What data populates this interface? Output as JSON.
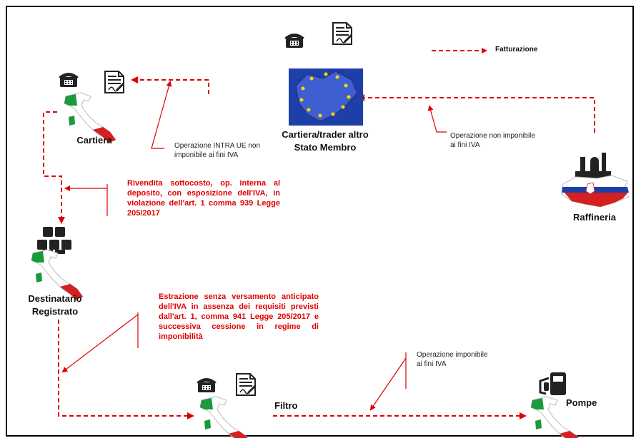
{
  "legend": {
    "label": "Fatturazione",
    "color": "#e00000"
  },
  "nodes": {
    "cartiera": "Cartiera",
    "trader_line1": "Cartiera/trader altro",
    "trader_line2": "Stato Membro",
    "raffineria": "Raffineria",
    "destinatario_line1": "Destinatario",
    "destinatario_line2": "Registrato",
    "filtro": "Filtro",
    "pompe": "Pompe"
  },
  "notes": {
    "intra_ue": "Operazione INTRA UE non imponibile ai fini IVA",
    "non_imponibile": "Operazione non imponibile ai fini IVA",
    "imponibile": "Operazione imponibile ai fini IVA"
  },
  "red_notes": {
    "rivendita": "Rivendita sottocosto, op. interna al deposito, con esposizione dell'IVA, in violazione dell'art. 1 comma 939 Legge 205/2017",
    "estrazione": "Estrazione senza versamento anticipato dell'IVA in assenza dei requisiti previsti dall'art. 1, comma 941 Legge 205/2017 e successiva cessione in regime di imponibilità"
  },
  "icons": [
    "telephone-icon",
    "invoice-document-icon",
    "eu-map-icon",
    "italy-map-icon",
    "slovenia-map-icon",
    "refinery-icon",
    "oil-barrels-icon",
    "fuel-pump-icon"
  ],
  "colors": {
    "arrow": "#e00000",
    "italy_green": "#1a9a3a",
    "italy_red": "#d42020",
    "eu_blue": "#1f3fa8",
    "eu_star": "#ffd700"
  }
}
